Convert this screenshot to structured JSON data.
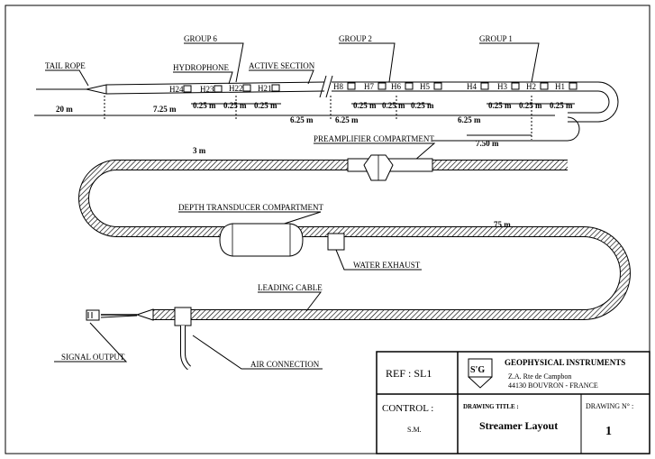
{
  "labels": {
    "group6": "GROUP 6",
    "group2": "GROUP 2",
    "group1": "GROUP 1",
    "tail_rope": "TAIL ROPE",
    "hydrophone": "HYDROPHONE",
    "active_section": "ACTIVE SECTION",
    "preamplifier": "PREAMPLIFIER COMPARTMENT",
    "depth_transducer": "DEPTH TRANSDUCER COMPARTMENT",
    "water_exhaust": "WATER EXHAUST",
    "leading_cable": "LEADING CABLE",
    "signal_output": "SIGNAL OUTPUT",
    "air_connection": "AIR CONNECTION"
  },
  "hydrophones": [
    "H24",
    "H23",
    "H22",
    "H21",
    "H8",
    "H7",
    "H6",
    "H5",
    "H4",
    "H3",
    "H2",
    "H1"
  ],
  "dimensions": {
    "d20": "20 m",
    "d725": "7.25 m",
    "d625a": "6.25 m",
    "d625b": "6.25 m",
    "d625c": "6.25 m",
    "d025": "0.25 m",
    "d3": "3 m",
    "d750": "7.50 m",
    "d75": "75 m"
  },
  "title_block": {
    "ref": "REF : SL1",
    "company": "GEOPHYSICAL INSTRUMENTS",
    "address1": "Z.A. Rte de Campbon",
    "address2": "44130 BOUVRON - FRANCE",
    "logo_text": "S'G",
    "control_label": "CONTROL :",
    "control_value": "S.M.",
    "drawing_title_label": "DRAWING TITLE :",
    "drawing_title": "Streamer Layout",
    "drawing_no_label": "DRAWING N° :",
    "drawing_no": "1"
  }
}
